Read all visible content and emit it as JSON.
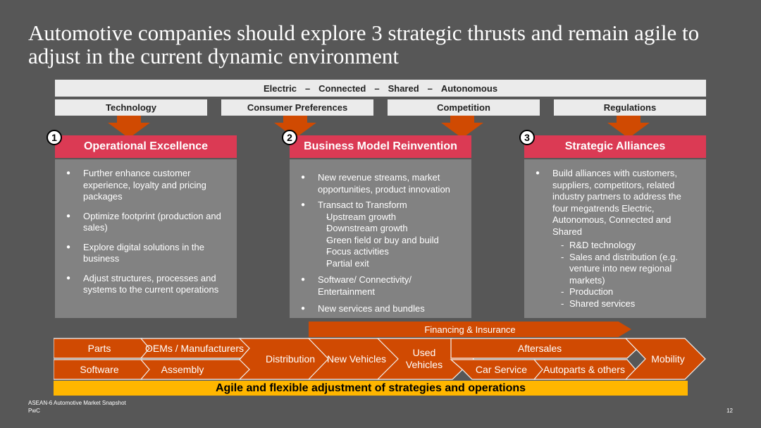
{
  "title": "Automotive companies should explore 3 strategic thrusts and remain agile to adjust in the current dynamic environment",
  "banner": {
    "items": [
      "Electric",
      "–",
      "Connected",
      "–",
      "Shared",
      "–",
      "Autonomous"
    ]
  },
  "drivers": [
    "Technology",
    "Consumer Preferences",
    "Competition",
    "Regulations"
  ],
  "thrusts": [
    {
      "num": "1",
      "title": "Operational Excellence"
    },
    {
      "num": "2",
      "title": "Business Model Reinvention"
    },
    {
      "num": "3",
      "title": "Strategic Alliances"
    }
  ],
  "panel1": {
    "b1": "Further enhance customer experience, loyalty and pricing packages",
    "b2": "Optimize footprint (production and sales)",
    "b3": "Explore digital solutions in the business",
    "b4": "Adjust structures, processes and systems to the current operations"
  },
  "panel2": {
    "b1": "New revenue streams, market opportunities, product innovation",
    "b2": "Transact to Transform",
    "s": [
      "Upstream growth",
      "Downstream growth",
      "Green field or buy and build",
      "Focus activities",
      "Partial exit"
    ],
    "b3": "Software/ Connectivity/ Entertainment",
    "b4": "New services and bundles"
  },
  "panel3": {
    "b1": "Build alliances with customers, suppliers, competitors, related industry partners to address the four megatrends Electric, Autonomous, Connected and Shared",
    "s": [
      "R&D technology",
      "Sales and distribution (e.g. venture into new regional markets)",
      "Production",
      "Shared services"
    ]
  },
  "financing": "Financing & Insurance",
  "chain": {
    "parts": "Parts",
    "software": "Software",
    "oems": "OEMs / Manufacturers",
    "assembly": "Assembly",
    "distribution": "Distribution",
    "new_vehicles": "New Vehicles",
    "used_vehicles": "Used Vehicles",
    "aftersales": "Aftersales",
    "car_service": "Car Service",
    "autoparts": "Autoparts & others",
    "mobility": "Mobility"
  },
  "agile": "Agile and flexible adjustment of strategies and operations",
  "footer": {
    "source": "ASEAN-6 Automotive Market Snapshot",
    "company": "PwC",
    "page": "12"
  },
  "colors": {
    "background": "#575757",
    "orange": "#d04a02",
    "rose": "#db3a54",
    "yellow": "#ffb600",
    "panel": "#828282"
  }
}
